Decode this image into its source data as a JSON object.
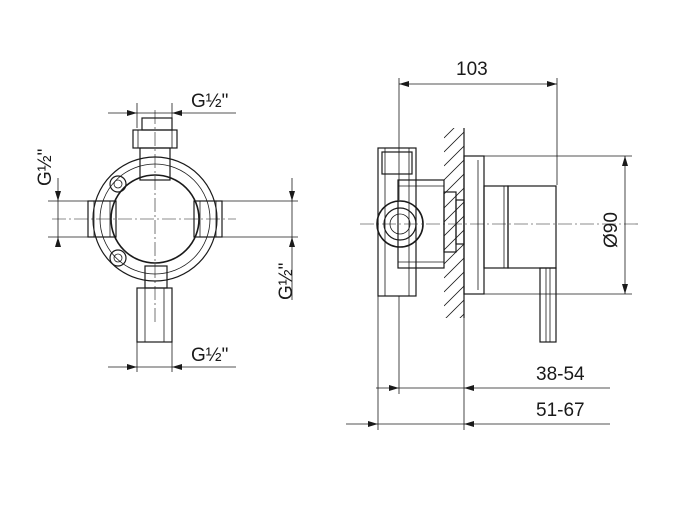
{
  "front_view": {
    "thread_top": "G½\"",
    "thread_bottom": "G½\"",
    "thread_left": "G½\"",
    "thread_right": "G½\""
  },
  "side_view": {
    "width": "103",
    "diameter": "Ø90",
    "depth_min": "38-54",
    "depth_max": "51-67"
  }
}
